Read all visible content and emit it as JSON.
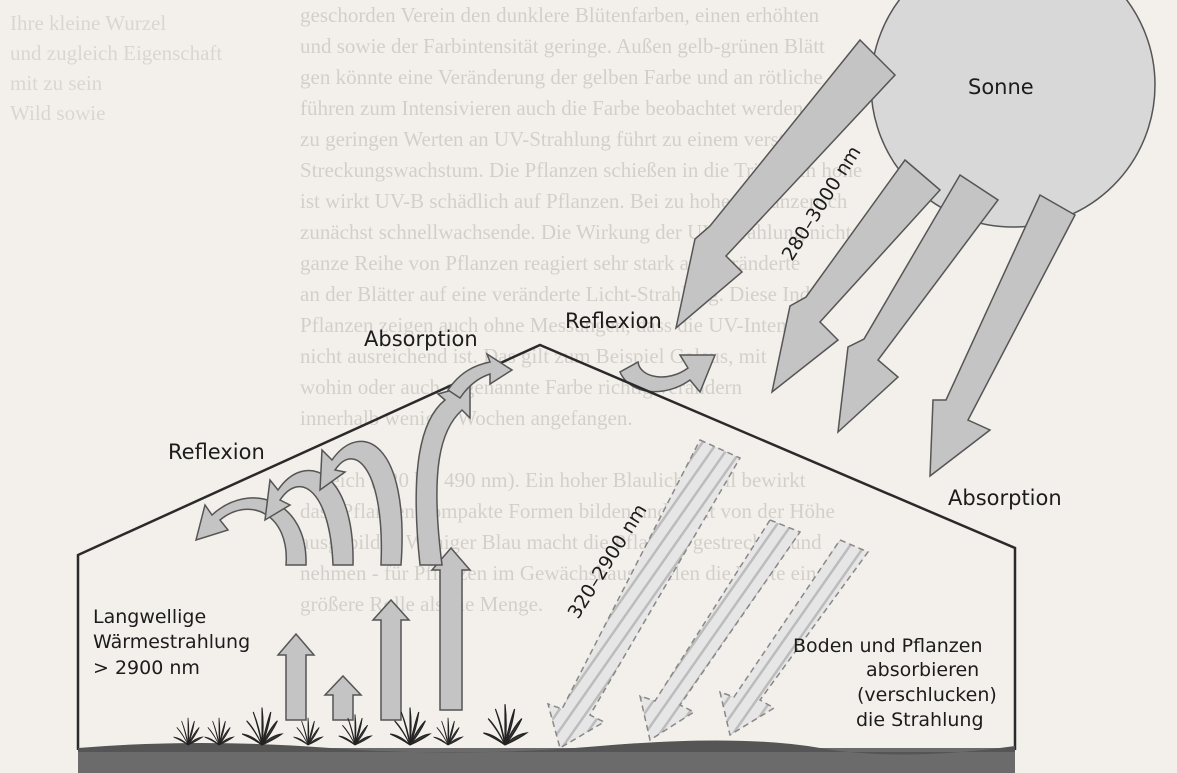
{
  "labels": {
    "sun": "Sonne",
    "wavelength_incoming": "280–3000 nm",
    "wavelength_transmitted": "320–2900 nm",
    "reflexion_roof": "Reflexion",
    "absorption_roof": "Absorption",
    "reflexion_left": "Reflexion",
    "absorption_right": "Absorption",
    "longwave_line1": "Langwellige",
    "longwave_line2": "Wärmestrahlung",
    "longwave_line3": "> 2900 nm",
    "soil_line1": "Boden und Pflanzen",
    "soil_line2": "absorbieren",
    "soil_line3": "(verschlucken)",
    "soil_line4": "die Strahlung"
  },
  "background_text": {
    "lines": [
      "geschorden Verein den dunklere Blütenfarben, einen erhöhten",
      "und sowie der Farbintensität geringe. Außen gelb-grünen Blätt",
      "gen könnte eine Veränderung der gelben Farbe und an rötliche",
      "führen zum Intensivieren auch die Farbe beobachtet werden.",
      "zu geringen Werten an UV-Strahlung führt zu einem verstärkte",
      "Streckungswachstum. Die Pflanzen schießen in die Triebe. In hohe",
      "ist wirkt UV-B schädlich auf Pflanzen. Bei zu hohen Pflanzensch",
      "zunächst schnellwachsende. Die Wirkung der UV-Strahlung nicht nu",
      "ganze Reihe von Pflanzen reagiert sehr stark auf veränderte",
      "an der Blätter auf eine veränderte Licht-Strahlung. Diese Indi-",
      "Pflanzen zeigen auch ohne Messungen, dass die UV-Intensität",
      "nicht ausreichend ist. Das gilt zum Beispiel Coleus, mit",
      "wohin oder auch sogenannte Farbe richtig verändern",
      "innerhalb weniger Wochen angefangen.",
      "",
      "Bereich (420 bis 490 nm). Ein hoher Blaulichtanteil bewirkt",
      "dass Pflanzen kompakte Formen bilden und nicht von der Höhe",
      "ausgebildet. Weniger Blau macht die Pflanzen gestreckter und",
      "nehmen - für Pflanzen im Gewächshaus spielen die Werte eine",
      "größere Rolle als die Menge."
    ],
    "margin_lines": [
      "Ihre kleine Wurzel",
      "und zugleich Eigenschaft",
      "mit zu sein",
      "Wild sowie"
    ]
  },
  "colors": {
    "arrow_fill": "#c8c8c8",
    "arrow_stroke": "#5a5a5a",
    "sun_fill": "#d6d6d6",
    "house_line": "#2a2a2a",
    "soil": "#6b6b6b",
    "page_bg": "#f3efea"
  },
  "icons": {
    "sun": "sun-circle-icon",
    "plant": "plant-icon"
  }
}
